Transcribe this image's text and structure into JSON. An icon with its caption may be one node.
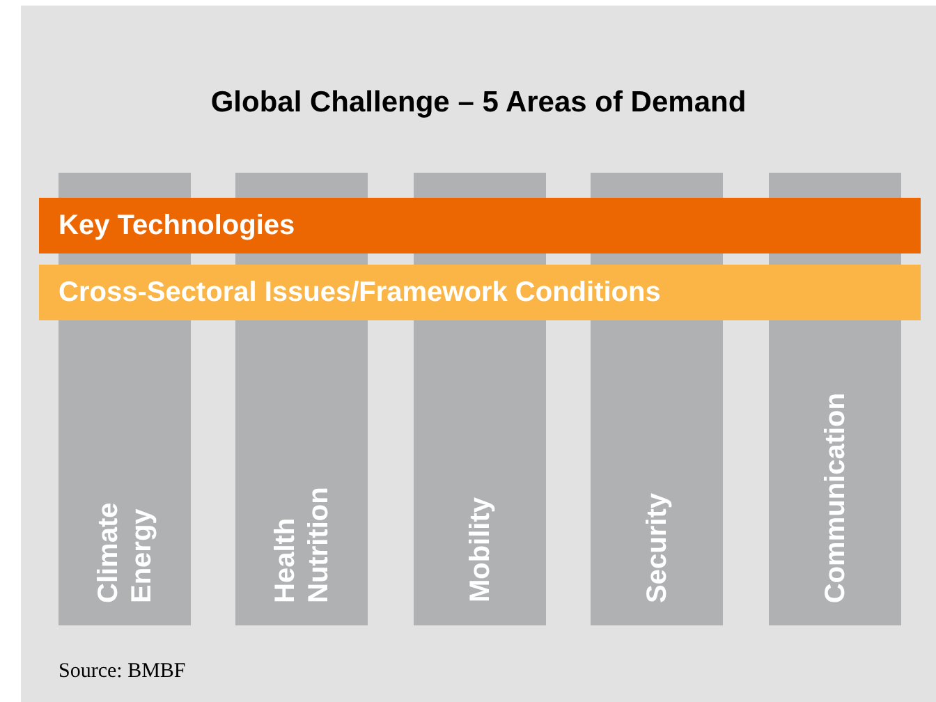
{
  "diagram": {
    "title": "Global Challenge – 5 Areas of Demand",
    "nodes": [
      {
        "text": [
          "Climate Energy"
        ]
      },
      {
        "text": [
          "Health Nutrition"
        ]
      },
      {
        "text": [
          "Mobility"
        ]
      },
      {
        "text": [
          "Security"
        ]
      },
      {
        "text": [
          "Communication"
        ]
      },
      {
        "text": [
          "Key Technologies"
        ]
      },
      {
        "text": [
          "Cross-Sectoral Issues/Framework Conditions"
        ]
      }
    ],
    "caption": "Source: BMBF"
  }
}
